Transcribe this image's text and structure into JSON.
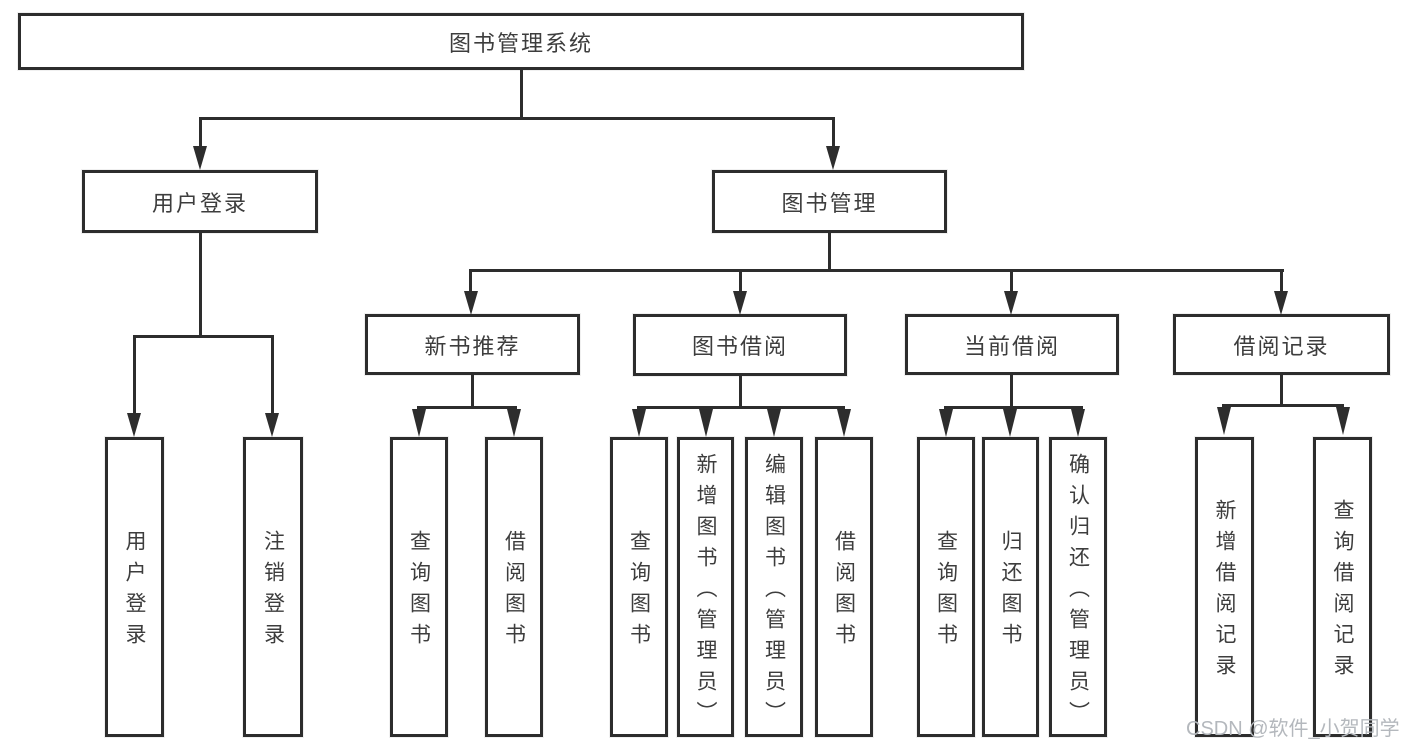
{
  "diagram": {
    "type": "hierarchy-tree",
    "colors": {
      "background": "#ffffff",
      "line": "#2d2d2d",
      "text": "#3d3d3d",
      "watermark": "#b4b8bd"
    },
    "watermark": "CSDN @软件_小贺同学",
    "nodes": {
      "root": {
        "label": "图书管理系统"
      },
      "user_login": {
        "label": "用户登录"
      },
      "book_mgmt": {
        "label": "图书管理"
      },
      "new_book_rec": {
        "label": "新书推荐"
      },
      "book_borrow": {
        "label": "图书借阅"
      },
      "current_borrow": {
        "label": "当前借阅"
      },
      "borrow_records": {
        "label": "借阅记录"
      },
      "leaf_user_login": {
        "label": "用户登录"
      },
      "leaf_logout": {
        "label": "注销登录"
      },
      "leaf_rec_query": {
        "label": "查询图书"
      },
      "leaf_rec_borrow": {
        "label": "借阅图书"
      },
      "leaf_bb_query": {
        "label": "查询图书"
      },
      "leaf_bb_add": {
        "label": "新增图书（管理员）"
      },
      "leaf_bb_edit": {
        "label": "编辑图书（管理员）"
      },
      "leaf_bb_borrow": {
        "label": "借阅图书"
      },
      "leaf_cb_query": {
        "label": "查询图书"
      },
      "leaf_cb_return": {
        "label": "归还图书"
      },
      "leaf_cb_confirm": {
        "label": "确认归还（管理员）"
      },
      "leaf_br_add": {
        "label": "新增借阅记录"
      },
      "leaf_br_query": {
        "label": "查询借阅记录"
      }
    },
    "hierarchy": {
      "图书管理系统": {
        "用户登录": [
          "用户登录",
          "注销登录"
        ],
        "图书管理": {
          "新书推荐": [
            "查询图书",
            "借阅图书"
          ],
          "图书借阅": [
            "查询图书",
            "新增图书（管理员）",
            "编辑图书（管理员）",
            "借阅图书"
          ],
          "当前借阅": [
            "查询图书",
            "归还图书",
            "确认归还（管理员）"
          ],
          "借阅记录": [
            "新增借阅记录",
            "查询借阅记录"
          ]
        }
      }
    }
  }
}
